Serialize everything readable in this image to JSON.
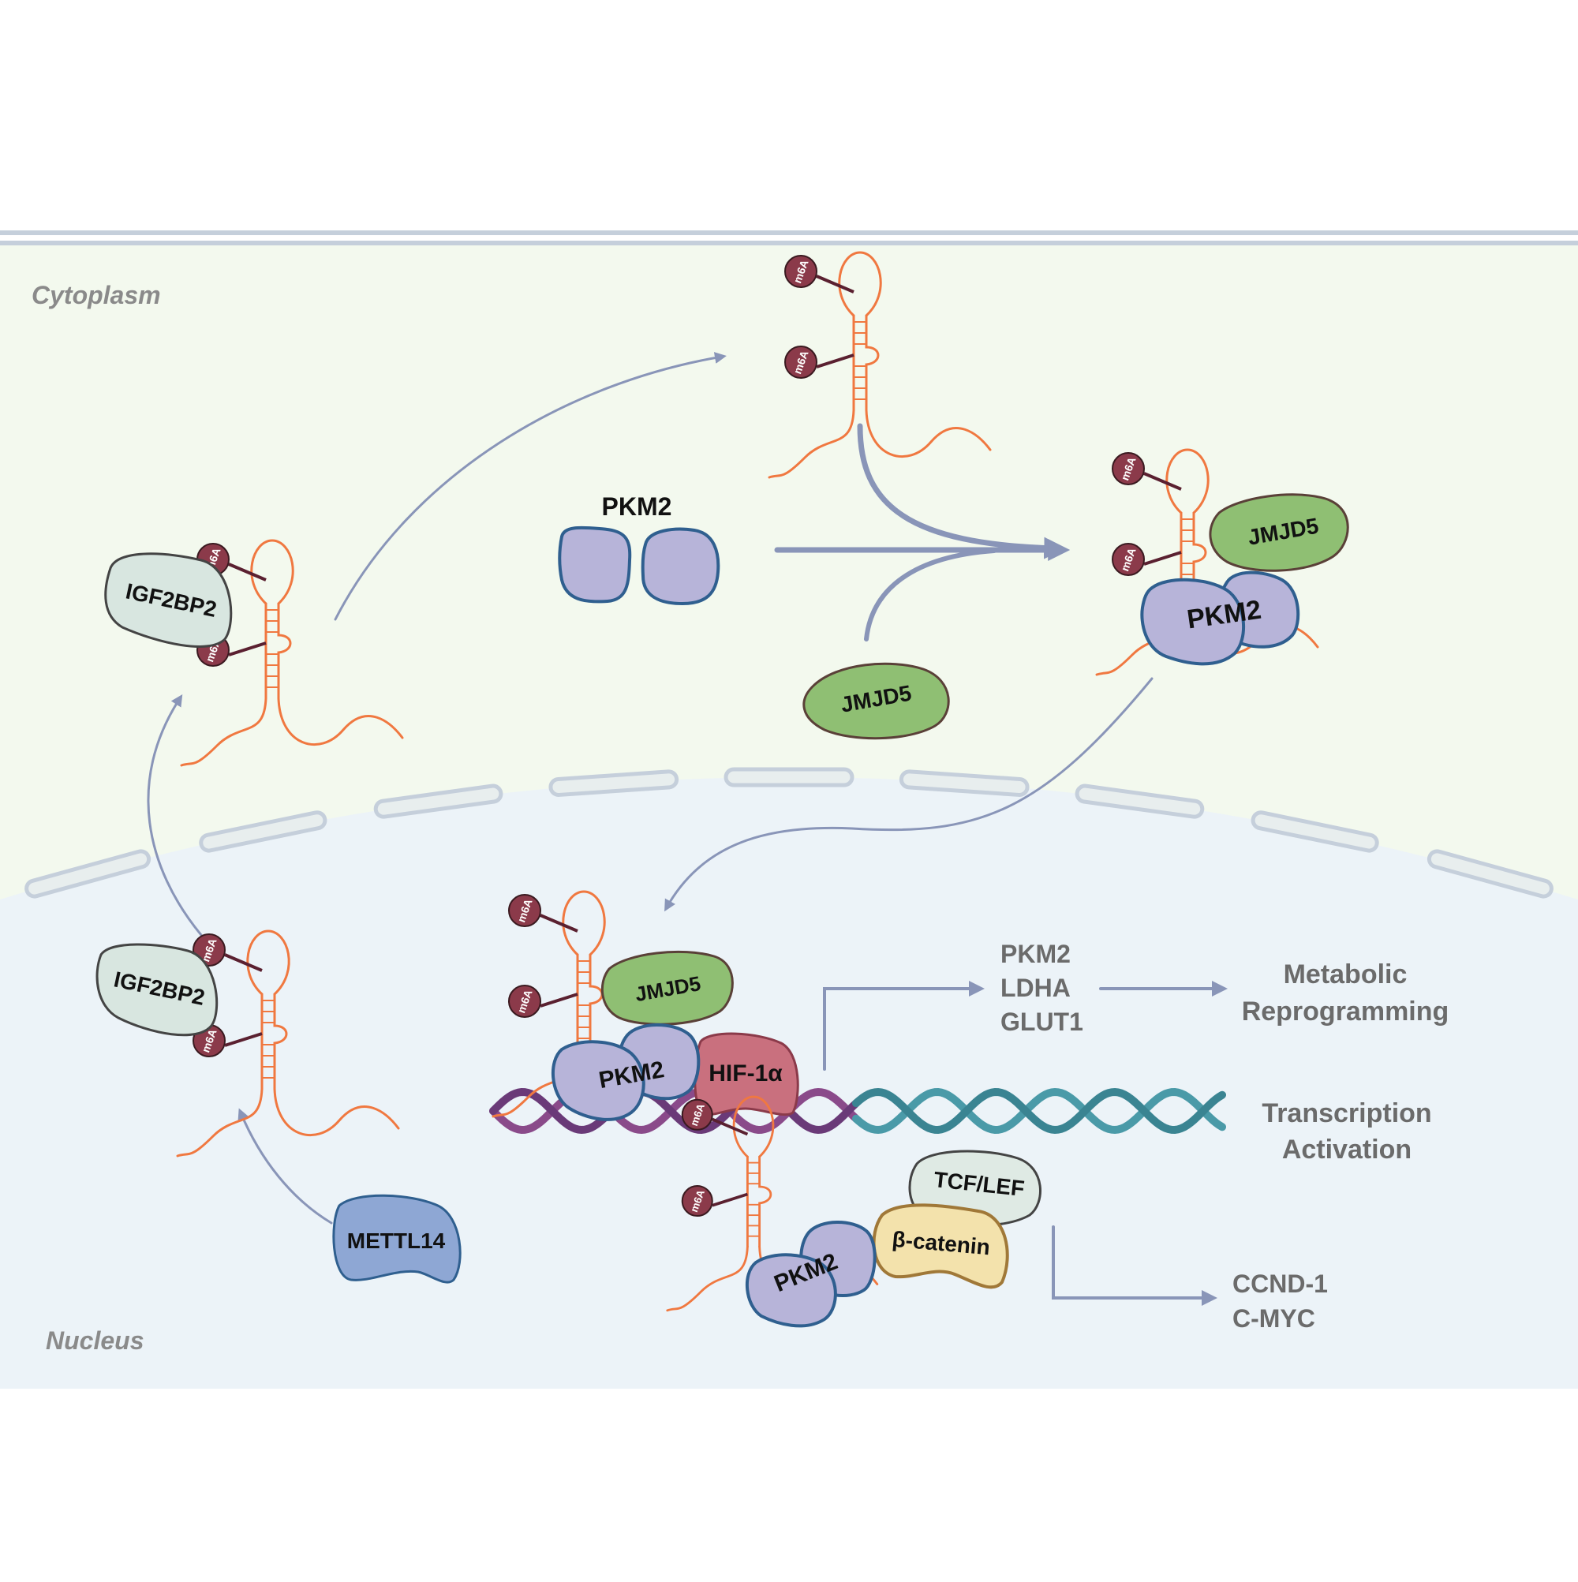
{
  "compartments": {
    "cytoplasm": "Cytoplasm",
    "nucleus": "Nucleus"
  },
  "m6a_label": "m6A",
  "m6a_base": "m",
  "m6a_sup": "6",
  "m6a_end": "A",
  "proteins": {
    "pkm2": "PKM2",
    "jmjd5": "JMJD5",
    "igf2bp2": "IGF2BP2",
    "mettl14": "METTL14",
    "hif1a": "HIF-1α",
    "tcf_lef": "TCF/LEF",
    "beta_catenin": "β-catenin"
  },
  "target_genes": {
    "metabolic": [
      "PKM2",
      "LDHA",
      "GLUT1"
    ],
    "wnt": [
      "CCND-1",
      "C-MYC"
    ]
  },
  "outcomes": {
    "metabolic_line1": "Metabolic",
    "metabolic_line2": "Reprogramming",
    "transcription_line1": "Transcription",
    "transcription_line2": "Activation"
  },
  "colors": {
    "cytoplasm_bg": "#f3f9ee",
    "nucleus_bg": "#ecf3f8",
    "membrane": "#c5cfdb",
    "pkm2_fill": "#b7b4d9",
    "pkm2_stroke": "#2f5f8f",
    "jmjd5_fill": "#8fbf73",
    "igf2bp2_fill": "#d8e6e0",
    "mettl14_fill": "#8ea7d4",
    "hif1a_fill": "#c9707e",
    "tcf_fill": "#dfeae4",
    "catenin_fill": "#f3e2ac",
    "rna": "#f07840",
    "m6a_fill": "#8b3a4a",
    "arrow": "#8995b8",
    "dna_purple": "#8a4a8a",
    "dna_teal": "#4a9aa8"
  }
}
